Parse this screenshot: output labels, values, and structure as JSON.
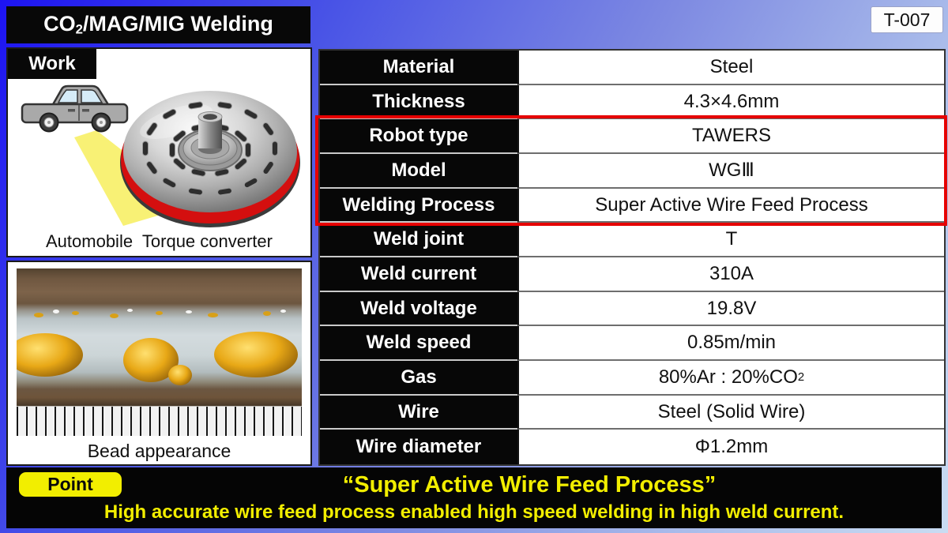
{
  "header": {
    "title_pre": "CO",
    "title_sub": "2",
    "title_rest": "/MAG/MIG Welding",
    "code": "T-007"
  },
  "work_panel": {
    "label": "Work",
    "caption": "Automobile  Torque converter",
    "car_icon": "car-side-view",
    "beam_icon": "yellow-highlight-beam",
    "converter_icon": "torque-converter-3d-render"
  },
  "bead_panel": {
    "caption": "Bead appearance",
    "photo": "weld-bead-macro-photo-with-ruler"
  },
  "spec_table": {
    "rows": [
      {
        "label": "Material",
        "value": "Steel"
      },
      {
        "label": "Thickness",
        "value": "4.3×4.6mm"
      },
      {
        "label": "Robot type",
        "value": "TAWERS",
        "highlighted": true
      },
      {
        "label": "Model",
        "value": "WGⅢ",
        "highlighted": true
      },
      {
        "label": "Welding Process",
        "value": "Super Active Wire Feed Process",
        "highlighted": true
      },
      {
        "label": "Weld joint",
        "value": "T"
      },
      {
        "label": "Weld current",
        "value": "310A"
      },
      {
        "label": "Weld voltage",
        "value": "19.8V"
      },
      {
        "label": "Weld speed",
        "value": "0.85m/min"
      },
      {
        "label": "Gas",
        "value": "80%Ar : 20%CO",
        "value_sub": "2"
      },
      {
        "label": "Wire",
        "value": "Steel (Solid Wire)"
      },
      {
        "label": "Wire diameter",
        "value": "Φ1.2mm"
      }
    ],
    "highlight_border_color": "#e60000"
  },
  "point_bar": {
    "badge_label": "Point",
    "headline": "“Super Active Wire Feed Process”",
    "description": "High accurate wire feed process enabled high speed welding in high weld current.",
    "text_color": "#f2ee00",
    "badge_bg": "#f2ee00"
  },
  "colors": {
    "background_top_left": "#1c13f2",
    "background_bottom_right": "#c9dcf2",
    "bar_background": "#050505",
    "table_label_background": "#070707"
  }
}
